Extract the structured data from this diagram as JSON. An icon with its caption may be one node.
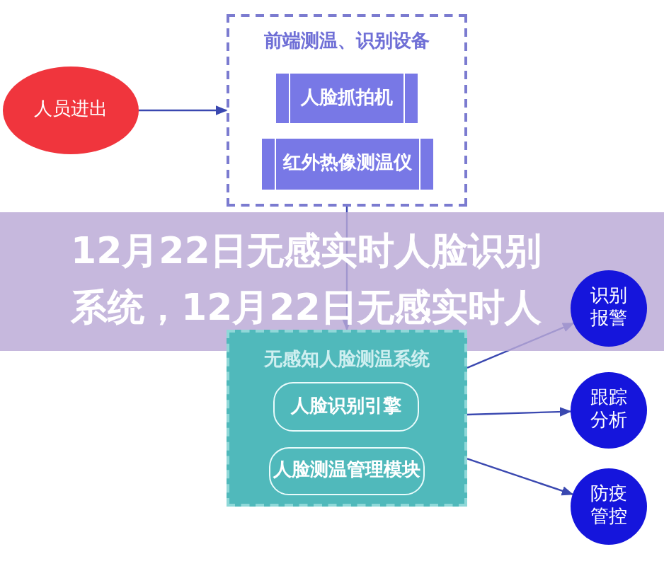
{
  "diagram": {
    "title": "12月22日无感实时人脸识别系统，12月22日无感实时人",
    "nodes": [
      {
        "text": [
          "人员进出"
        ]
      },
      {
        "text": [
          "前端测温、识别设备"
        ]
      },
      {
        "text": [
          "人脸抓拍机"
        ],
        "in": 1
      },
      {
        "text": [
          "红外热像测温仪"
        ],
        "in": 1
      },
      {
        "text": [
          "无感知人脸测温系统"
        ]
      },
      {
        "text": [
          "人脸识别引擎"
        ],
        "in": 4
      },
      {
        "text": [
          "人脸测温管理模块"
        ],
        "in": 4
      },
      {
        "text": [
          "识别报警"
        ]
      },
      {
        "text": [
          "跟踪分析"
        ]
      },
      {
        "text": [
          "防疫管控"
        ]
      }
    ],
    "edges": [
      {
        "from": 0,
        "to": 1,
        "arrow": "to"
      },
      {
        "from": 1,
        "to": 4,
        "arrow": "to"
      },
      {
        "from": 4,
        "to": 7,
        "arrow": "to"
      },
      {
        "from": 4,
        "to": 8,
        "arrow": "to"
      },
      {
        "from": 4,
        "to": 9,
        "arrow": "to"
      }
    ]
  }
}
